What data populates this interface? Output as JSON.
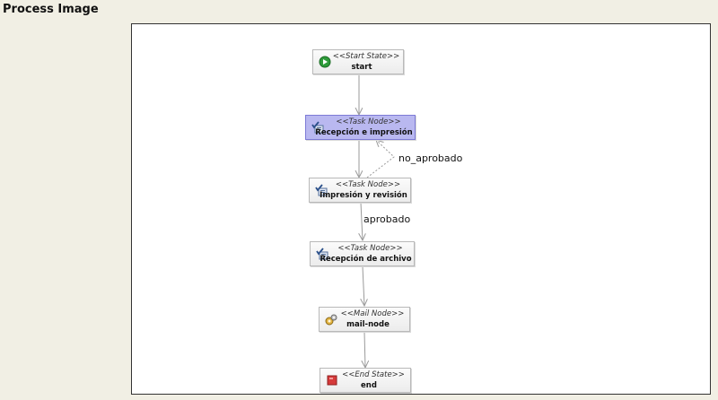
{
  "page": {
    "title": "Process Image"
  },
  "nodes": {
    "start": {
      "stereotype": "<<Start State>>",
      "name": "start",
      "icon": "play-icon"
    },
    "recepcion": {
      "stereotype": "<<Task Node>>",
      "name": "Recepción e impresión",
      "icon": "task-check-icon",
      "selected": true
    },
    "impresion": {
      "stereotype": "<<Task Node>>",
      "name": "Impresión y revisión",
      "icon": "task-check-icon"
    },
    "archivo": {
      "stereotype": "<<Task Node>>",
      "name": "Recepción de archivo",
      "icon": "task-check-icon"
    },
    "mail": {
      "stereotype": "<<Mail Node>>",
      "name": "mail-node",
      "icon": "mail-gear-icon"
    },
    "end": {
      "stereotype": "<<End State>>",
      "name": "end",
      "icon": "stop-icon"
    }
  },
  "transitions": {
    "no_aprobado": "no_aprobado",
    "aprobado": "aprobado"
  },
  "colors": {
    "selected_fill": "#b9b8f0",
    "selected_border": "#7d7bd6",
    "edge": "#9a9a9a",
    "start_icon": "#2e9b3a",
    "end_icon": "#d63a3a"
  }
}
